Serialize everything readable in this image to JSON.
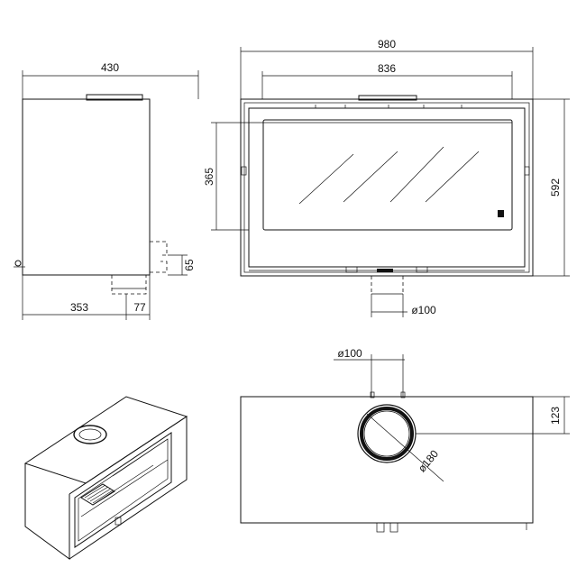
{
  "colors": {
    "line": "#111111",
    "background": "#ffffff",
    "glass_tint": "#e8e8e8"
  },
  "dimensions": {
    "side_depth": "430",
    "side_bottom_depth": "353",
    "side_offset": "77",
    "side_height_small": "65",
    "front_width_total": "980",
    "front_width_inner": "836",
    "front_glass_height": "365",
    "front_height_total": "592",
    "flue_diameter_front": "ø100",
    "flue_diameter_top": "ø100",
    "collar_diameter_top": "ø180",
    "top_offset": "123"
  }
}
